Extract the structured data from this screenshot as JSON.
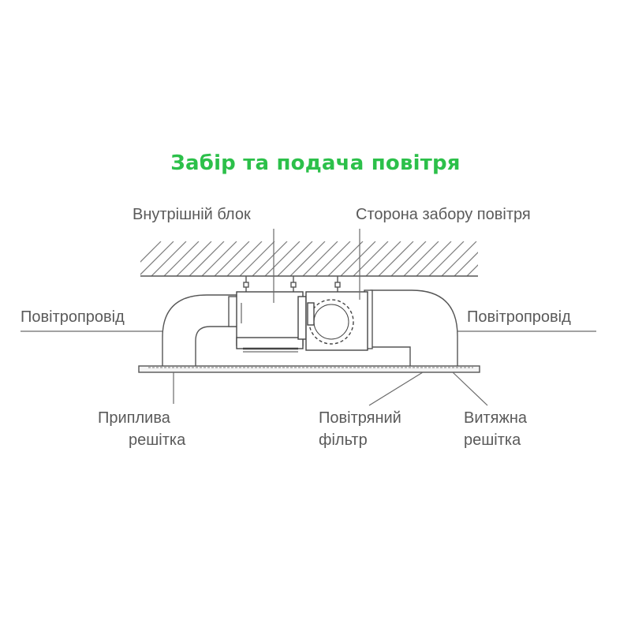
{
  "title": "Забір та подача повітря",
  "labels": {
    "indoor_unit": "Внутрішній блок",
    "intake_side": "Сторона забору повітря",
    "duct_left": "Повітропровід",
    "duct_right": "Повітропровід",
    "supply_grille_1": "Приплива",
    "supply_grille_2": "решітка",
    "air_filter_1": "Повітряний",
    "air_filter_2": "фільтр",
    "exhaust_grille_1": "Витяжна",
    "exhaust_grille_2": "решітка"
  }
}
